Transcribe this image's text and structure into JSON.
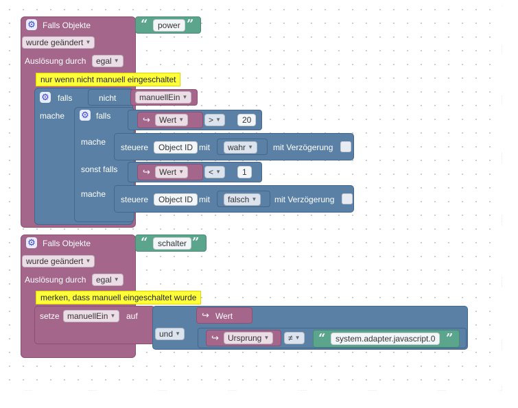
{
  "colors": {
    "event": "#a5668b",
    "control": "#5b80a5",
    "literal": "#5ba58c",
    "comment": "#ffff3a"
  },
  "block1": {
    "header": "Falls Objekte",
    "object_id": "power",
    "trigger": "wurde geändert",
    "ausloesung_label": "Auslösung durch",
    "ausloesung_value": "egal",
    "comment": "nur wenn nicht manuell eingeschaltet",
    "if_label": "falls",
    "not_label": "nicht",
    "var": "manuellEin",
    "mache_label": "mache",
    "inner_if_label": "falls",
    "cond1_var": "Wert",
    "cond1_op": ">",
    "cond1_val": "20",
    "then1_label": "mache",
    "action1_label": "steuere",
    "action1_obj": "Object ID",
    "action1_mit": "mit",
    "action1_val": "wahr",
    "action1_delay": "mit Verzögerung",
    "elseif_label": "sonst falls",
    "cond2_var": "Wert",
    "cond2_op": "<",
    "cond2_val": "1",
    "then2_label": "mache",
    "action2_label": "steuere",
    "action2_obj": "Object ID",
    "action2_mit": "mit",
    "action2_val": "falsch",
    "action2_delay": "mit Verzögerung"
  },
  "block2": {
    "header": "Falls Objekte",
    "object_id": "schalter",
    "trigger": "wurde geändert",
    "ausloesung_label": "Auslösung durch",
    "ausloesung_value": "egal",
    "comment": "merken, dass manuell eingeschaltet wurde",
    "set_label": "setze",
    "var": "manuellEin",
    "auf_label": "auf",
    "value_var": "Wert",
    "and_op": "und",
    "ursprung": "Ursprung",
    "neq_op": "≠",
    "source": "system.adapter.javascript.0"
  },
  "icons": {
    "gear": "gear-icon",
    "arrow": "return-arrow-icon",
    "dropdown": "chevron-down-icon"
  }
}
